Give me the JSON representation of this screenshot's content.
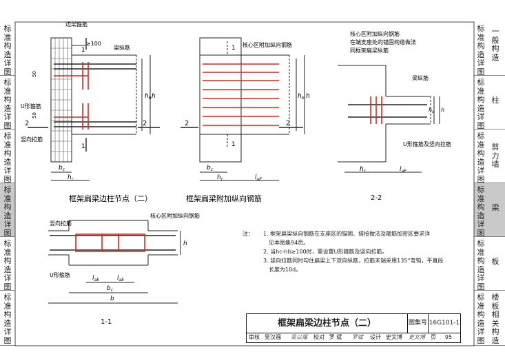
{
  "sidebar_left": {
    "tabs": [
      {
        "label": "标准构造详图"
      },
      {
        "label": "标准构造详图"
      },
      {
        "label": "标准构造详图"
      },
      {
        "label": "标准构造详图"
      },
      {
        "label": "标准构造详图"
      },
      {
        "label": "标准构造详图"
      }
    ]
  },
  "sidebar_right": {
    "tabs": [
      {
        "label": "标准构造详图",
        "topic": "一般构造"
      },
      {
        "label": "标准构造详图",
        "topic": "柱"
      },
      {
        "label": "标准构造详图",
        "topic": "剪力墙"
      },
      {
        "label": "标准构造详图",
        "topic": "梁"
      },
      {
        "label": "标准构造详图",
        "topic": "板"
      },
      {
        "label": "标准构造详图",
        "topic": "楼板相关构造"
      }
    ]
  },
  "drawing1": {
    "label_side_stirrup": "边梁箍筋",
    "label_ge100": "≥100",
    "label_beam_bar": "梁纵筋",
    "label_u_stirrup": "U形箍筋",
    "label_vert_tie": "竖向拉筋",
    "dim_50a": "50",
    "dim_50b": "50",
    "dim_hb": "h",
    "dim_hb_sub": "b",
    "dim_h": "h",
    "dim_bc": "b",
    "dim_bc_sub": "c",
    "dim_hc": "h",
    "dim_hc_sub": "c",
    "sec_2a": "2",
    "sec_2b": "2",
    "sec_1a": "1",
    "sec_1b": "1",
    "caption": "框架扁梁边柱节点（二）"
  },
  "drawing2": {
    "label_core_bar": "核心区附加纵向钢筋",
    "dim_hb": "h",
    "dim_hb_sub": "b",
    "dim_h": "h",
    "dim_bc": "b",
    "dim_bc_sub": "c",
    "dim_hc": "h",
    "dim_hc_sub": "c",
    "dim_lae": "l",
    "dim_lae_sub": "aE",
    "sec_2a": "2",
    "sec_2b": "2",
    "sec_1a": "1",
    "sec_1b": "1",
    "caption": "框架扁梁附加纵向钢筋"
  },
  "drawing3": {
    "label_core_bar_1": "核心区附加纵向钢筋",
    "label_core_bar_2": "在端支座处的锚固构造做法",
    "label_core_bar_3": "同框架扁梁纵筋",
    "label_beam_bar": "梁纵筋",
    "label_u_tie": "U形箍筋及竖向拉筋",
    "dim_hb": "h",
    "dim_hb_sub": "b",
    "dim_h": "h",
    "dim_hc": "h",
    "dim_hc_sub": "c",
    "dim_lae": "l",
    "dim_lae_sub": "aE",
    "caption": "2-2"
  },
  "drawing4": {
    "label_vert_tie": "竖向拉筋",
    "label_core_bar": "核心区附加纵向钢筋",
    "label_u_stirrup": "U形箍筋",
    "dim_lae1": "l",
    "dim_lae1_sub": "aE",
    "dim_lae2": "l",
    "dim_lae2_sub": "aE",
    "dim_bc": "b",
    "dim_bc_sub": "c",
    "dim_b": "b",
    "dim_h": "h",
    "caption": "1-1"
  },
  "notes": {
    "label": "注：",
    "items": [
      "1. 框架扁梁纵向钢筋在支座区的锚固、搭接做法及箍筋加密区要求详",
      "见本图集94页。",
      "2. 当hc-hb≥100时，需设置U形箍筋及竖向拉筋。",
      "3. 竖向拉筋同时勾住扁梁上下双向纵筋，拉筋末端采用135°弯钩，平直段",
      "长度为10d。"
    ]
  },
  "title_block": {
    "title": "框架扁梁边柱节点（二）",
    "set_label": "图集号",
    "set_value": "16G101-1",
    "review_label": "审核",
    "review_name": "吴汉福",
    "review_sig": "吴以福",
    "check_label": "校对",
    "check_name": "罗 斌",
    "check_sig": "罗斌",
    "design_label": "设计",
    "design_name": "史文博",
    "design_sig": "史文博",
    "page_label": "页",
    "page_value": "95"
  }
}
